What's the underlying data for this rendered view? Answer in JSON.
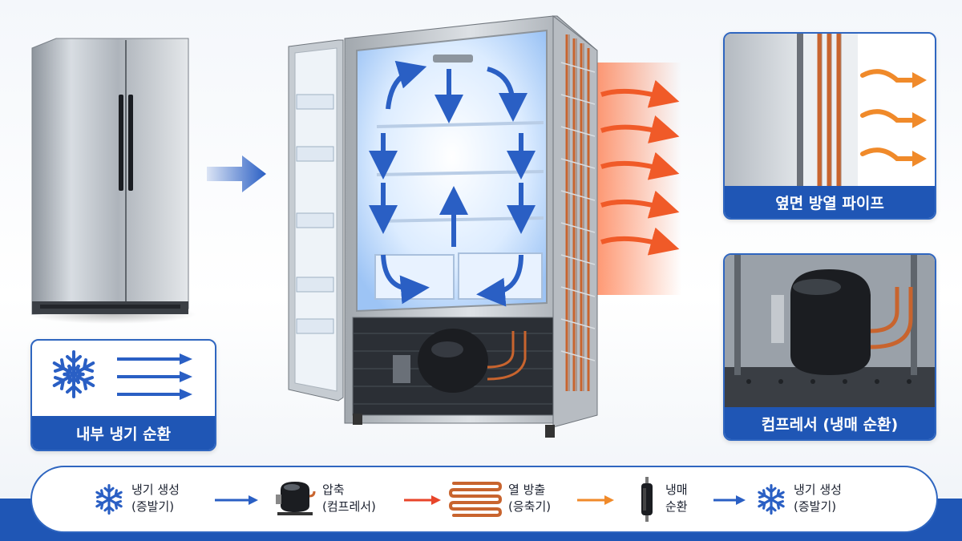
{
  "panels": {
    "internal_cooling": {
      "caption": "내부 냉기 순환",
      "icon": "snowflake-icon"
    },
    "side_pipe": {
      "caption": "옆면 방열 파이프"
    },
    "compressor": {
      "caption": "컴프레서 (냉매 순환)"
    }
  },
  "flow_steps": [
    {
      "line1": "냉기 생성",
      "line2": "(증발기)",
      "icon": "snowflake-icon"
    },
    {
      "line1": "압축",
      "line2": "(컴프레서)",
      "icon": "compressor-icon"
    },
    {
      "line1": "열 방출",
      "line2": "(응축기)",
      "icon": "condenser-coil-icon"
    },
    {
      "line1": "냉매",
      "line2": "순환",
      "icon": "refrigerant-cylinder-icon"
    },
    {
      "line1": "냉기 생성",
      "line2": "(증발기)",
      "icon": "snowflake-icon"
    }
  ],
  "colors": {
    "accent_blue": "#1f56b5",
    "cold_arrow": "#2a5fc4",
    "heat_arrow": "#f05a28",
    "heat_arrow_light": "#f08a2a",
    "copper": "#c8642e"
  }
}
